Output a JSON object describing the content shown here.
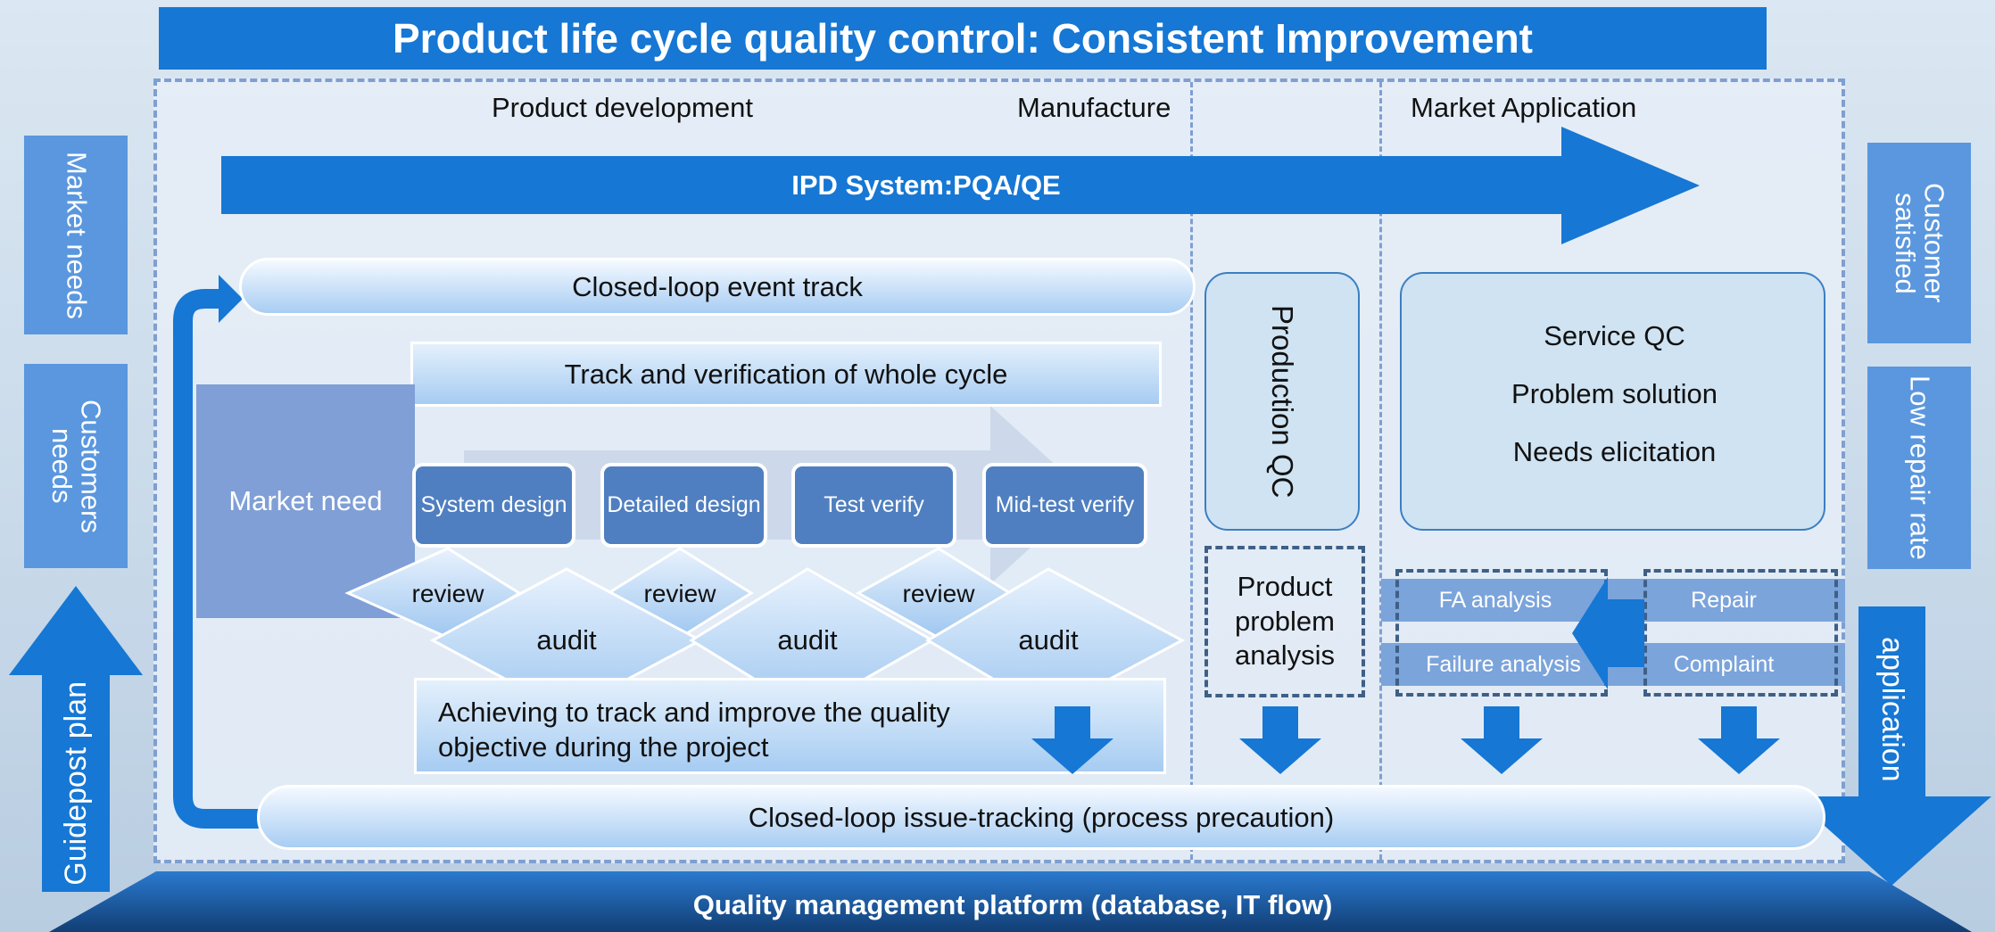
{
  "title": "Product life cycle quality control: Consistent Improvement",
  "stages": {
    "development": "Product development",
    "manufacture": "Manufacture",
    "market": "Market Application"
  },
  "ipd_system": "IPD System:PQA/QE",
  "left_labels": {
    "market_needs": "Market needs",
    "customers_needs": "Customers needs",
    "guidepost_plan": "Guidepost plan"
  },
  "right_labels": {
    "customer_satisfied": "Customer satisfied",
    "low_repair_rate": "Low repair rate",
    "application": "application"
  },
  "closed_loop_event": "Closed-loop event track",
  "track_verification": "Track and verification of whole cycle",
  "market_need": "Market need",
  "steps": [
    "System design",
    "Detailed design",
    "Test verify",
    "Mid-test verify"
  ],
  "reviews": [
    "review",
    "review",
    "review"
  ],
  "audits": [
    "audit",
    "audit",
    "audit"
  ],
  "achieving": "Achieving to track and improve the quality objective during the project",
  "production_qc": "Production QC",
  "product_problem": "Product problem analysis",
  "market_box": [
    "Service QC",
    "Problem solution",
    "Needs elicitation"
  ],
  "analysis": {
    "fa": "FA analysis",
    "failure": "Failure analysis",
    "repair": "Repair",
    "complaint": "Complaint"
  },
  "closed_loop_issue": "Closed-loop issue-tracking (process precaution)",
  "platform": "Quality management platform (database, IT flow)",
  "colors": {
    "title_bg": "#1677d4",
    "arrow": "#1677d4",
    "step_box": "#4f7fc0",
    "side_box": "#5a97de",
    "platform_bg": "#1e63b3"
  }
}
